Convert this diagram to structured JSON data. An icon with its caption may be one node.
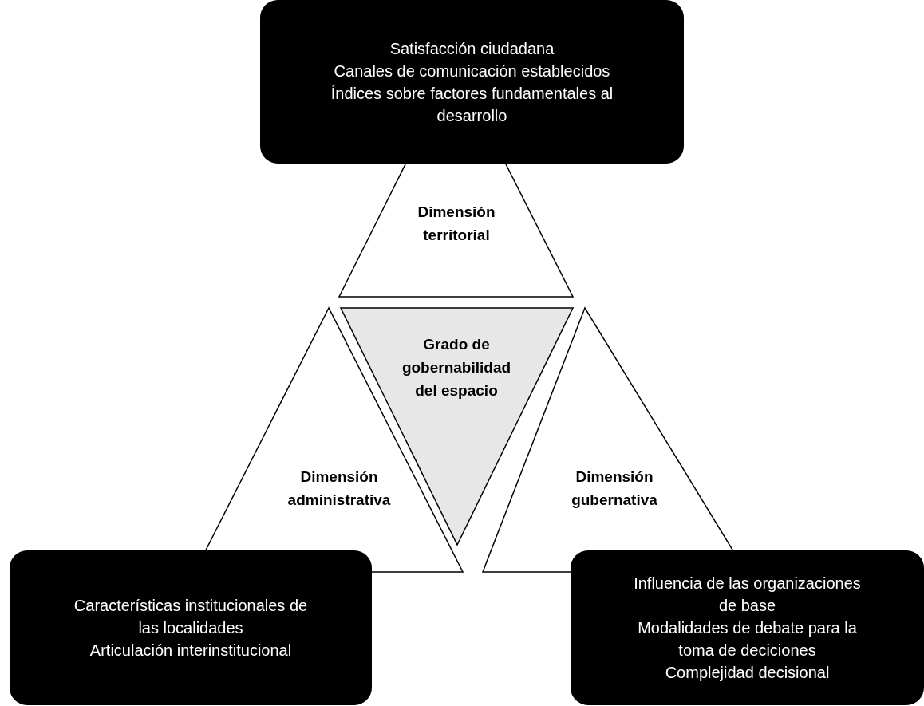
{
  "diagram": {
    "nodes": [
      {
        "text": [
          "Satisfacción ciudadana",
          "Canales de comunicación establecidos",
          "Índices sobre factores fundamentales al desarrollo"
        ]
      },
      {
        "text": [
          "Dimensión territorial"
        ]
      },
      {
        "text": [
          "Grado de gobernabilidad del espacio"
        ]
      },
      {
        "text": [
          "Dimensión administrativa"
        ]
      },
      {
        "text": [
          "Dimensión gubernativa"
        ]
      },
      {
        "text": [
          "Características institucionales de las localidades",
          "Articulación interinstitucional"
        ]
      },
      {
        "text": [
          "Influencia de las organizaciones de base",
          "Modalidades de debate para la toma de deciciones",
          "Complejidad decisional"
        ]
      }
    ]
  }
}
